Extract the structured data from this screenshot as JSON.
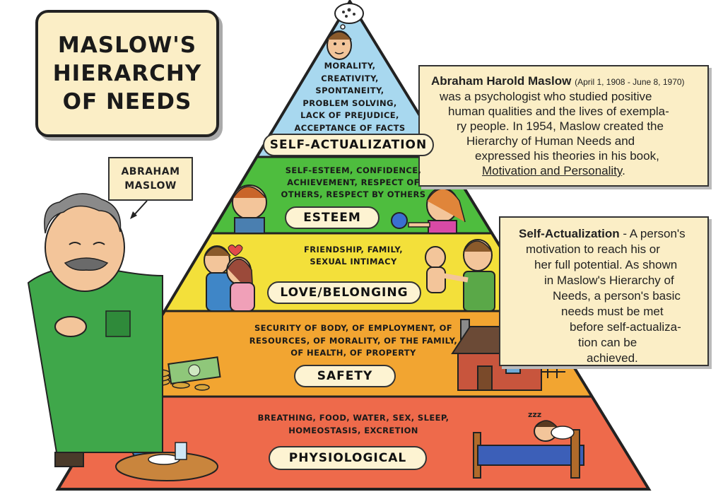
{
  "title": {
    "line1": "MASLOW'S",
    "line2": "HIERARCHY",
    "line3": "OF NEEDS"
  },
  "name_callout": {
    "line1": "ABRAHAM",
    "line2": "MASLOW"
  },
  "bio": {
    "name": "Abraham Harold Maslow",
    "dates": "(April 1, 1908 - June 8, 1970)",
    "lines": [
      "was a psychologist who studied positive",
      "human qualities and the lives of exempla-",
      "ry people. In 1954, Maslow created the",
      "Hierarchy of Human Needs and",
      "expressed his theories in his book,"
    ],
    "book": "Motivation and Personality",
    "book_end": "."
  },
  "self_actualization_note": {
    "term": "Self-Actualization",
    "first_rest": " - A person's",
    "lines": [
      "motivation to reach his or",
      "her full potential. As shown",
      "in Maslow's Hierarchy of",
      "Needs, a person's basic",
      "needs must be met",
      "before self-actualiza-",
      "tion can be",
      "achieved."
    ]
  },
  "levels": [
    {
      "label": "SELF-ACTUALIZATION",
      "needs": [
        "MORALITY,",
        "CREATIVITY,",
        "SPONTANEITY,",
        "PROBLEM SOLVING,",
        "LACK OF PREJUDICE,",
        "ACCEPTANCE OF FACTS"
      ],
      "color": "#a8d8ef"
    },
    {
      "label": "ESTEEM",
      "needs": [
        "SELF-ESTEEM, CONFIDENCE,",
        "ACHIEVEMENT, RESPECT OF",
        "OTHERS, RESPECT BY OTHERS"
      ],
      "color": "#4ebd3e"
    },
    {
      "label": "LOVE/BELONGING",
      "needs": [
        "FRIENDSHIP, FAMILY,",
        "SEXUAL INTIMACY"
      ],
      "color": "#f3e03a"
    },
    {
      "label": "SAFETY",
      "needs": [
        "SECURITY OF BODY, OF EMPLOYMENT, OF",
        "RESOURCES, OF MORALITY, OF THE FAMILY,",
        "OF HEALTH, OF PROPERTY"
      ],
      "color": "#f2a531"
    },
    {
      "label": "PHYSIOLOGICAL",
      "needs": [
        "BREATHING, FOOD, WATER, SEX, SLEEP,",
        "HOMEOSTASIS, EXCRETION"
      ],
      "color": "#ee6a4b"
    }
  ],
  "sleep_text": "zzz",
  "icons": [
    "thought-bubble-icon",
    "maslow-figure",
    "children-esteem-icon",
    "hug-icon",
    "parent-baby-icon",
    "money-icon",
    "house-icon",
    "eating-boy-icon",
    "sleeping-boy-icon"
  ]
}
